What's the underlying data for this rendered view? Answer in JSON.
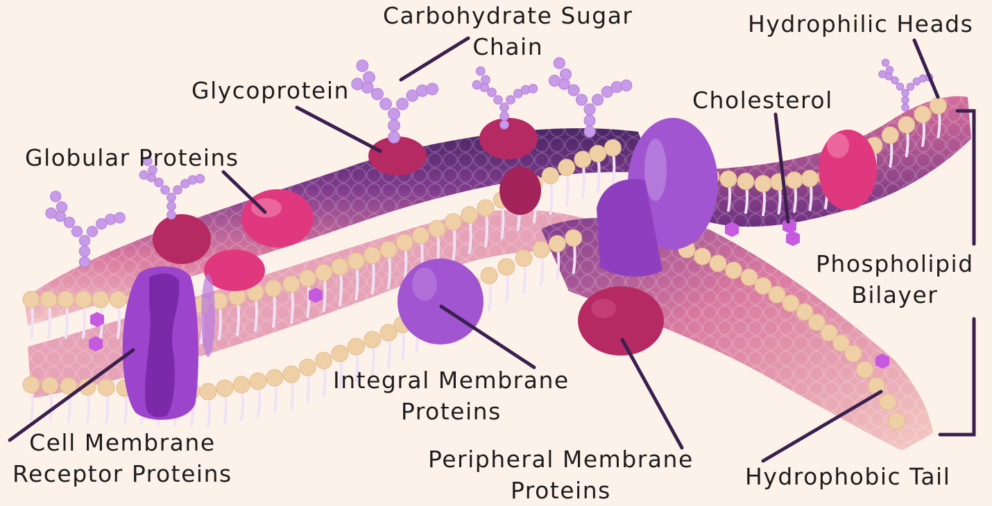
{
  "labels": {
    "carbohydrate": [
      "Carbohydrate Sugar",
      "Chain"
    ],
    "hydrophilic": "Hydrophilic Heads",
    "glycoprotein": "Glycoprotein",
    "cholesterol": "Cholesterol",
    "globular": "Globular Proteins",
    "phospholipid": [
      "Phospholipid",
      "Bilayer"
    ],
    "integral": [
      "Integral Membrane",
      "Proteins"
    ],
    "receptor": [
      "Cell Membrane",
      "Receptor Proteins"
    ],
    "peripheral": [
      "Peripheral Membrane",
      "Proteins"
    ],
    "hydrophobic": "Hydrophobic Tail"
  },
  "colors": {
    "background": "#fdf2ea",
    "head": "#efcfa6",
    "tail": "#efe2f6",
    "membrane_dark": "#4a2566",
    "membrane_mid": "#8a3f93",
    "membrane_pink": "#e49ab4",
    "integral_protein": "#a155d0",
    "glycoprotein": "#b52a63",
    "globular_protein": "#e0387f",
    "sugar": "#c79be8",
    "cholesterol": "#c55ae0",
    "leader_line": "#3b1f4e"
  }
}
